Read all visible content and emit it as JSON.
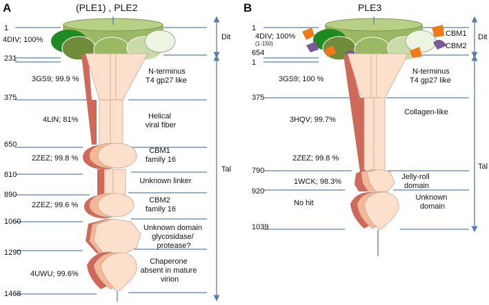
{
  "panelA": {
    "letter": "A",
    "title": "(PLE1) , PLE2",
    "positions": [
      "1",
      "231",
      "375",
      "650",
      "810",
      "890",
      "1060",
      "1290",
      "1468"
    ],
    "annotations": [
      "4DIV; 100%",
      "3GS9; 99.9 %",
      "4LIN; 81%",
      "2ZEZ; 99.8 %",
      "2ZEZ; 99.6 %",
      "4UWU; 99.6%"
    ],
    "domains": [
      [
        "N-terminus",
        "T4 gp27 like"
      ],
      [
        "Helical",
        "viral fiber"
      ],
      [
        "CBM1",
        "family 16"
      ],
      [
        "Unknown linker"
      ],
      [
        "CBM2",
        "family 16"
      ],
      [
        "Unknown domain",
        "glycosidase/",
        "protease?"
      ],
      [
        "Chaperone",
        "absent in mature",
        "virion"
      ]
    ],
    "dit": "Dit",
    "tal": "Tal"
  },
  "panelB": {
    "letter": "B",
    "title": "PLE3",
    "positions": [
      "1",
      "654",
      "1",
      "375",
      "790",
      "920",
      "1039"
    ],
    "annotations": [
      "4DIV; 100%",
      "(1-150)",
      "3GS9; 100 %",
      "3HQV; 99.7%",
      "2ZEZ; 99.8 %",
      "1WCK; 98.3%",
      "No hit"
    ],
    "domains": [
      [
        "N-terminus",
        "T4 gp27 like"
      ],
      [
        "Collagen-like"
      ],
      [
        "Jelly-roll",
        "domain"
      ],
      [
        "Unknown",
        "domain"
      ]
    ],
    "cbm_labels": [
      "CBM1",
      "CBM2"
    ],
    "dit": "Dit",
    "tal": "Tal"
  },
  "colors": {
    "dit_green": "#9bb864",
    "dit_dark_green": "#1f8a1f",
    "tail_peach": "#fde0cc",
    "shadow_red": "#cd6a5c",
    "cbm_orange": "#f07a1a",
    "cbm_purple": "#7a5a9a",
    "line_blue": "#5b7fa8"
  }
}
